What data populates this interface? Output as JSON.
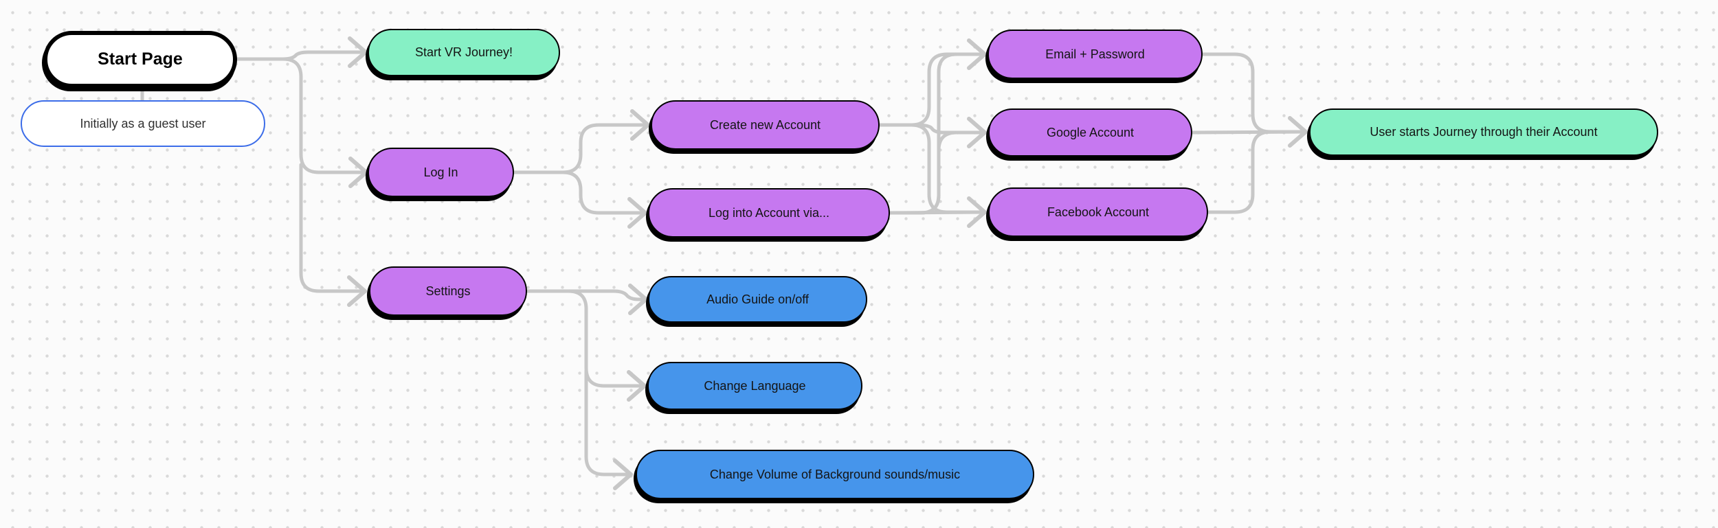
{
  "diagram": {
    "colors": {
      "canvas": "#fbfbfb",
      "grid_dot": "#d9d9d9",
      "connector": "#c7c7c7",
      "node_border": "#000000",
      "node_shadow": "#000000",
      "note_border": "#3b6ce8",
      "purple": "#c678f0",
      "green": "#86f0c5",
      "blue": "#4695eb",
      "white": "#ffffff"
    },
    "nodes": [
      {
        "id": "start-page",
        "label": "Start Page",
        "kind": "start",
        "fill": "#ffffff"
      },
      {
        "id": "guest-note",
        "label": "Initially as a guest user",
        "kind": "note",
        "fill": "#ffffff"
      },
      {
        "id": "start-vr-journey",
        "label": "Start VR Journey!",
        "kind": "pill",
        "fill": "#86f0c5"
      },
      {
        "id": "log-in",
        "label": "Log In",
        "kind": "pill",
        "fill": "#c678f0"
      },
      {
        "id": "settings",
        "label": "Settings",
        "kind": "pill",
        "fill": "#c678f0"
      },
      {
        "id": "create-new-account",
        "label": "Create new Account",
        "kind": "pill",
        "fill": "#c678f0"
      },
      {
        "id": "log-into-account-via",
        "label": "Log into Account via...",
        "kind": "pill",
        "fill": "#c678f0"
      },
      {
        "id": "email-password",
        "label": "Email + Password",
        "kind": "pill",
        "fill": "#c678f0"
      },
      {
        "id": "google-account",
        "label": "Google Account",
        "kind": "pill",
        "fill": "#c678f0"
      },
      {
        "id": "facebook-account",
        "label": "Facebook Account",
        "kind": "pill",
        "fill": "#c678f0"
      },
      {
        "id": "user-starts-journey",
        "label": "User starts Journey through their Account",
        "kind": "pill",
        "fill": "#86f0c5"
      },
      {
        "id": "audio-guide",
        "label": "Audio Guide on/off",
        "kind": "pill",
        "fill": "#4695eb"
      },
      {
        "id": "change-language",
        "label": "Change Language",
        "kind": "pill",
        "fill": "#4695eb"
      },
      {
        "id": "change-volume",
        "label": "Change Volume of Background sounds/music",
        "kind": "pill",
        "fill": "#4695eb"
      }
    ],
    "edges": [
      {
        "from": "start-page",
        "to": "guest-note",
        "arrow": false
      },
      {
        "from": "start-page",
        "to": "start-vr-journey",
        "arrow": true
      },
      {
        "from": "start-page",
        "to": "log-in",
        "arrow": true
      },
      {
        "from": "start-page",
        "to": "settings",
        "arrow": true
      },
      {
        "from": "log-in",
        "to": "create-new-account",
        "arrow": true
      },
      {
        "from": "log-in",
        "to": "log-into-account-via",
        "arrow": true
      },
      {
        "from": "create-new-account",
        "to": "email-password",
        "arrow": true
      },
      {
        "from": "create-new-account",
        "to": "google-account",
        "arrow": true
      },
      {
        "from": "create-new-account",
        "to": "facebook-account",
        "arrow": true
      },
      {
        "from": "log-into-account-via",
        "to": "email-password",
        "arrow": true
      },
      {
        "from": "log-into-account-via",
        "to": "google-account",
        "arrow": true
      },
      {
        "from": "log-into-account-via",
        "to": "facebook-account",
        "arrow": true
      },
      {
        "from": "email-password",
        "to": "user-starts-journey",
        "arrow": true
      },
      {
        "from": "google-account",
        "to": "user-starts-journey",
        "arrow": true
      },
      {
        "from": "facebook-account",
        "to": "user-starts-journey",
        "arrow": true
      },
      {
        "from": "settings",
        "to": "audio-guide",
        "arrow": true
      },
      {
        "from": "settings",
        "to": "change-language",
        "arrow": true
      },
      {
        "from": "settings",
        "to": "change-volume",
        "arrow": true
      }
    ]
  }
}
